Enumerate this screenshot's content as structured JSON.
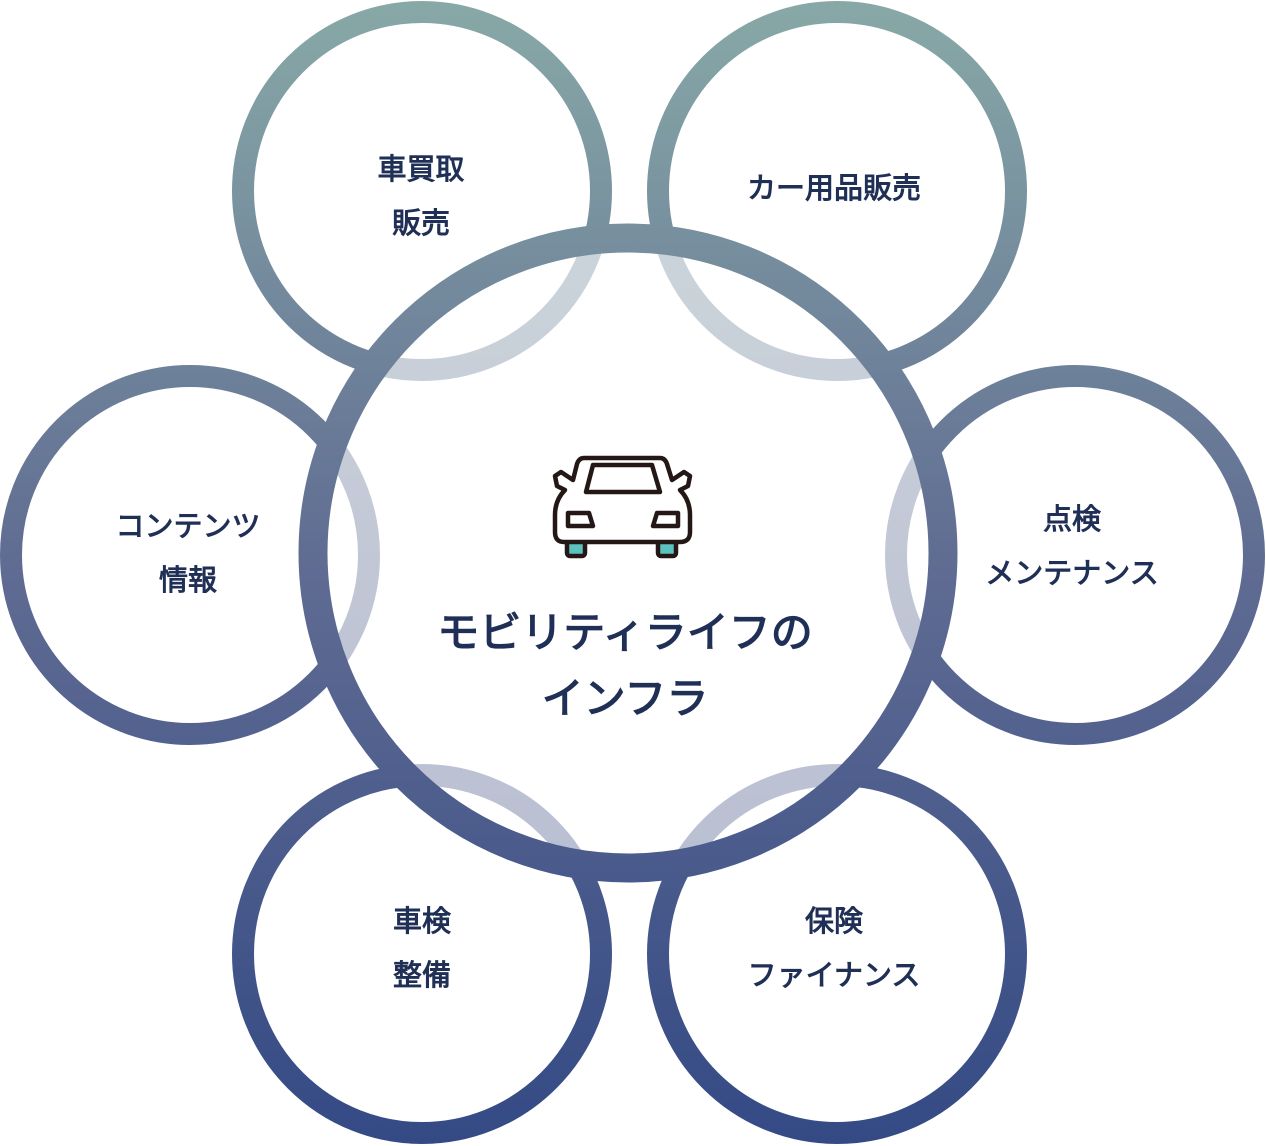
{
  "center": {
    "title_line1": "モビリティライフの",
    "title_line2": "インフラ",
    "icon": "car-icon"
  },
  "nodes": [
    {
      "id": "car-buy-sell",
      "line1": "車買取",
      "line2": "販売"
    },
    {
      "id": "car-goods",
      "line1": "カー用品販売",
      "line2": ""
    },
    {
      "id": "inspection-maintenance",
      "line1": "点検",
      "line2": "メンテナンス"
    },
    {
      "id": "vehicle-inspection",
      "line1": "車検",
      "line2": "整備"
    },
    {
      "id": "insurance-finance",
      "line1": "保険",
      "line2": "ファイナンス"
    },
    {
      "id": "content-info",
      "line1": "コンテンツ",
      "line2": "情報"
    }
  ],
  "colors": {
    "gradient_top": "#88a9a7",
    "gradient_bottom": "#344a85",
    "text": "#1f2f55",
    "wheel": "#5cc2bf",
    "icon_stroke": "#231815"
  }
}
